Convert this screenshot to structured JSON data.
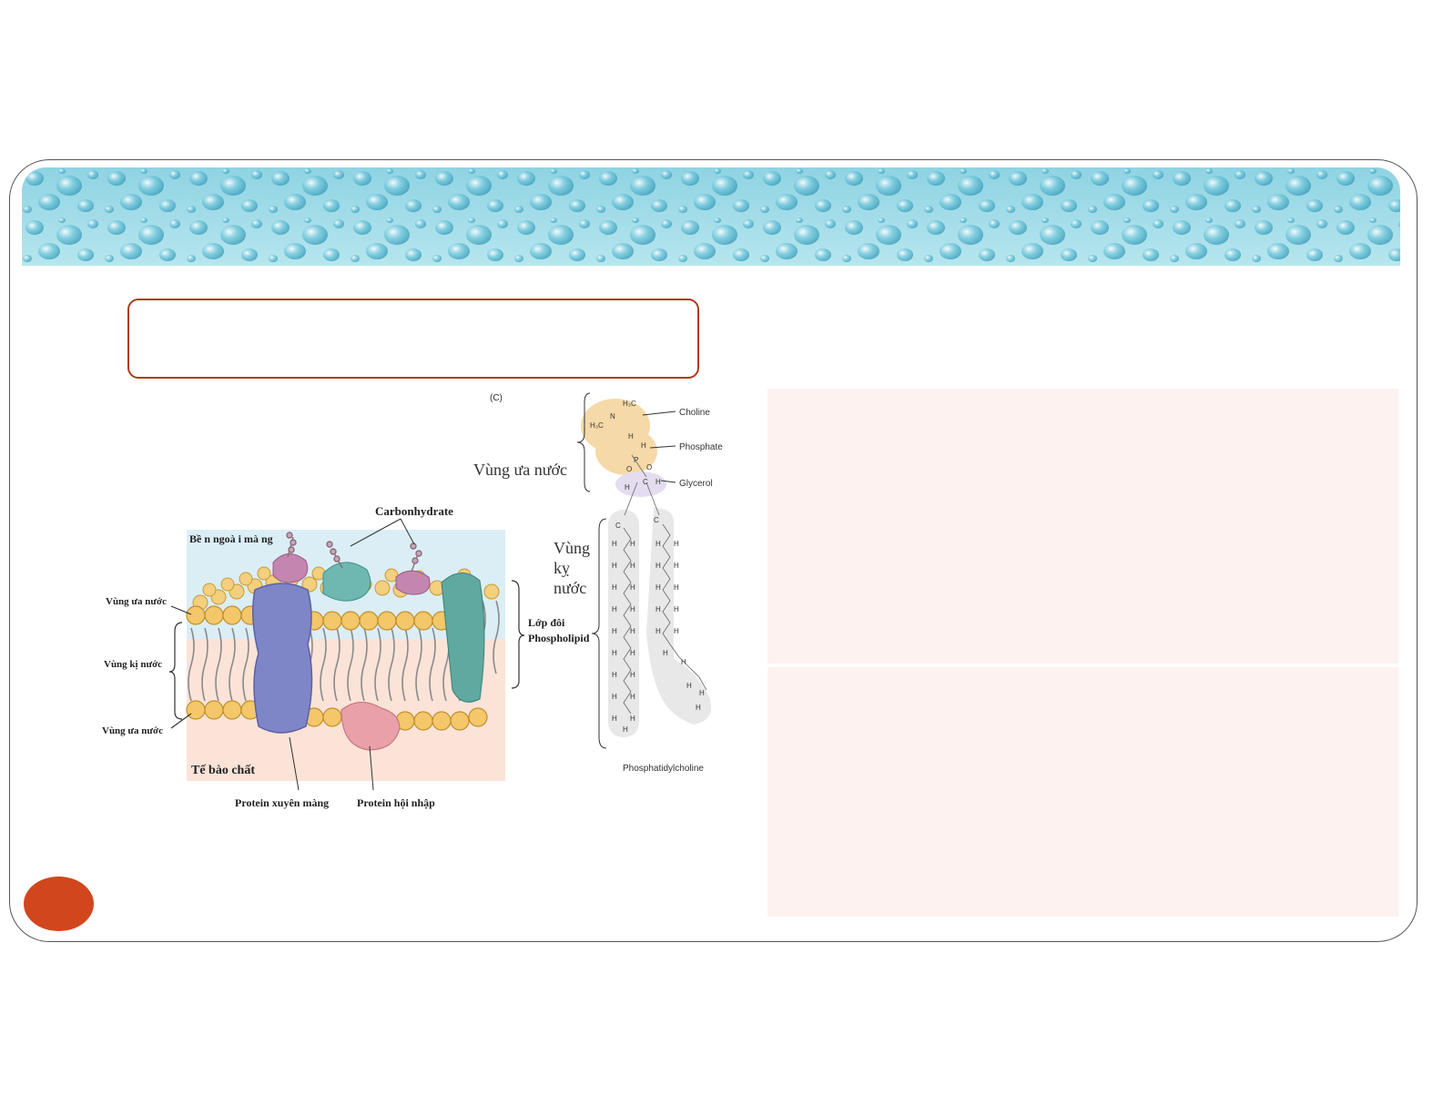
{
  "slide": {
    "header_style": "water-drops",
    "accent_color": "#d2461d",
    "panel_color": "#fdf2ef",
    "title_text": ""
  },
  "membrane": {
    "carbohydrate": "Carbonhydrate",
    "outside": "Bề n ngoà i mà ng",
    "hydrophilic_top": "Vùng ưa nước",
    "hydrophobic": "Vùng kị nước",
    "hydrophilic_bottom": "Vùng ưa nước",
    "bilayer_line1": "Lớp đôi",
    "bilayer_line2": "Phospholipid",
    "cytoplasm": "Tế bào chất",
    "transmembrane_protein": "Protein xuyên màng",
    "integrated_protein": "Protein hội nhập"
  },
  "molecule": {
    "panel_letter": "(C)",
    "hydrophilic_region": "Vùng ưa nước",
    "hydrophobic_line1": "Vùng",
    "hydrophobic_line2": "kỵ",
    "hydrophobic_line3": "nước",
    "choline": "Choline",
    "phosphate": "Phosphate",
    "glycerol": "Glycerol",
    "name": "Phosphatidylcholine"
  }
}
